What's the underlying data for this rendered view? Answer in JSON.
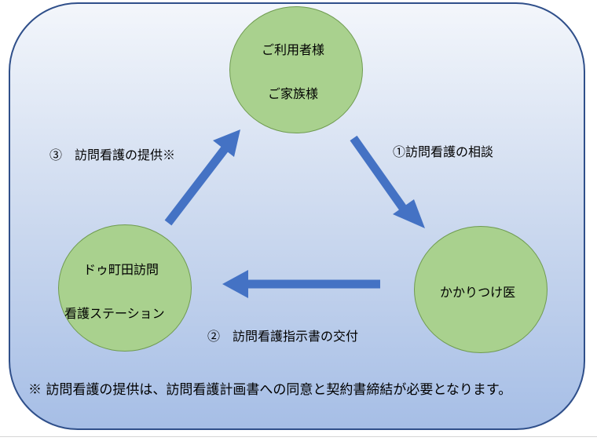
{
  "nodes": {
    "user": {
      "line1": "ご利用者様",
      "line2": "ご家族様"
    },
    "doctor": {
      "line1": "かかりつけ医"
    },
    "station": {
      "line1": "ドゥ町田訪問",
      "line2": "看護ステーション"
    }
  },
  "edges": {
    "consult": "①訪問看護の相談",
    "instruction": "②　訪問看護指示書の交付",
    "provide": "③　訪問看護の提供※"
  },
  "footnote": "※ 訪問看護の提供は、訪問看護計画書への同意と契約書締結が必要となります。",
  "colors": {
    "node_fill": "#a9d18e",
    "node_border": "#6f9b50",
    "arrow": "#4472c4",
    "panel_border": "#2f4f8a"
  },
  "icons": [
    "arrow-right-down-icon",
    "arrow-left-icon",
    "arrow-right-up-icon"
  ]
}
